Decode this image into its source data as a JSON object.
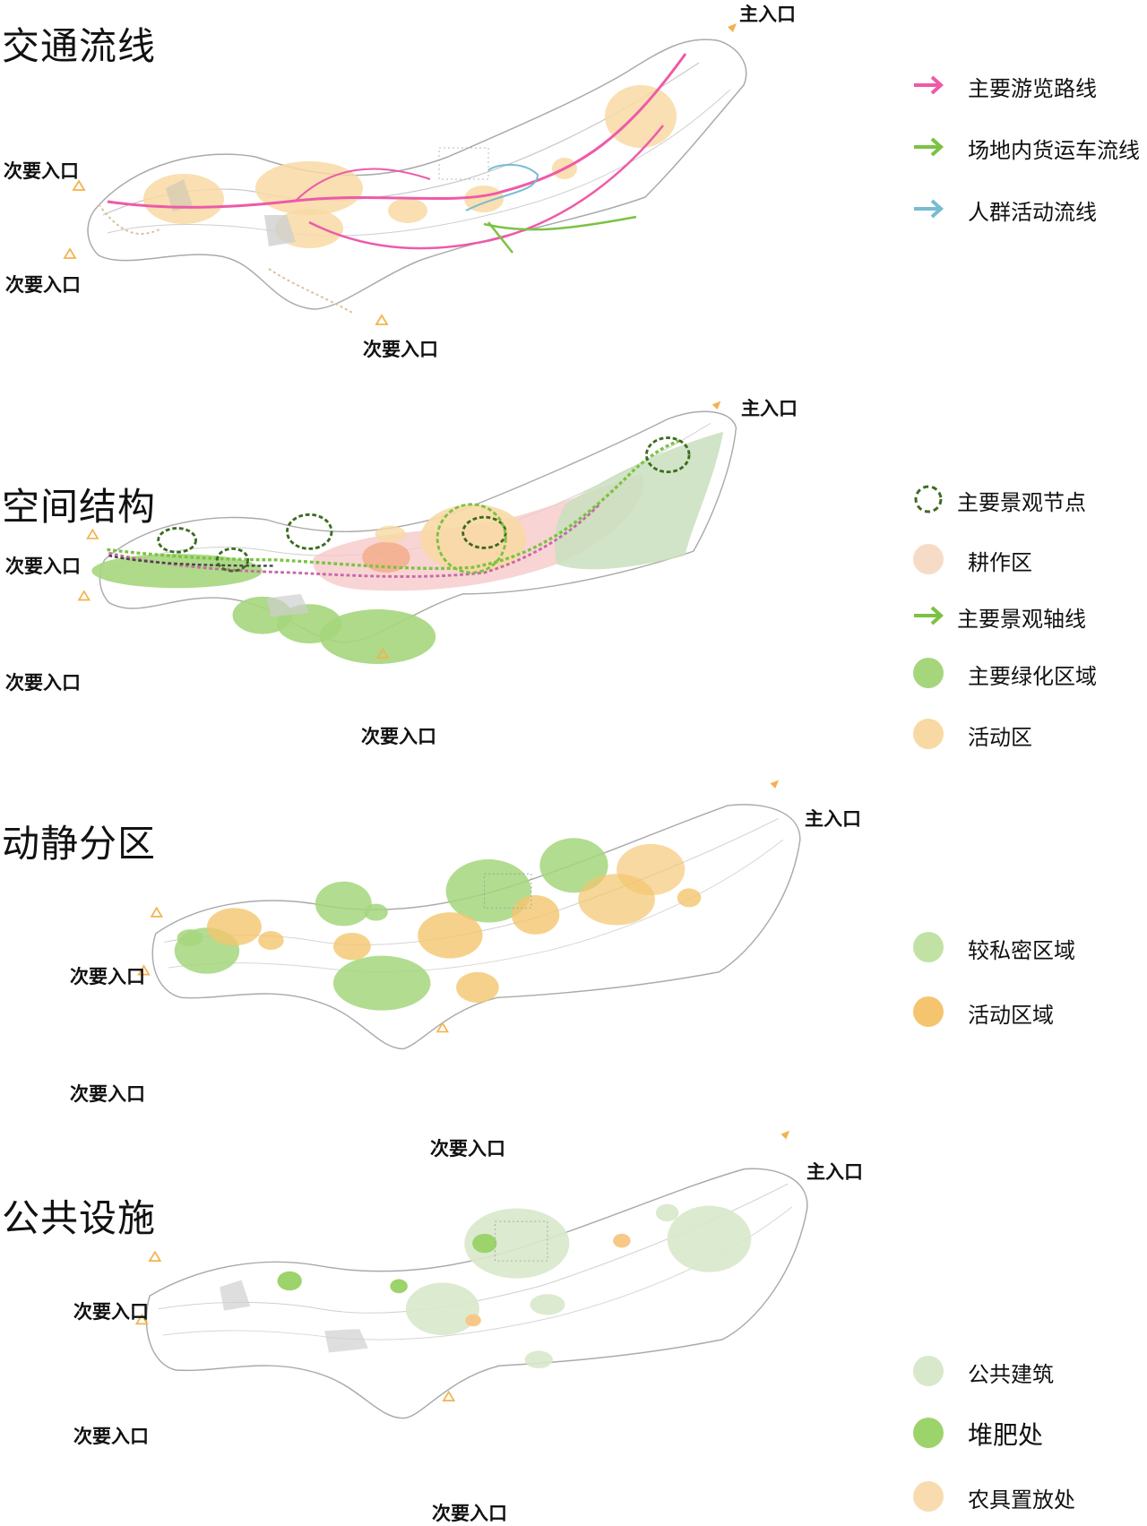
{
  "gates": {
    "main": "主入口",
    "secondary": "次要入口"
  },
  "panels": [
    {
      "title": "交通流线",
      "legend": [
        {
          "label": "主要游览路线",
          "icon": "pink-arrow-icon",
          "color": "#ee5aa8"
        },
        {
          "label": "场地内货运车流线",
          "icon": "green-arrow-icon",
          "color": "#7cc242"
        },
        {
          "label": "人群活动流线",
          "icon": "blue-arrow-icon",
          "color": "#78bcd2"
        }
      ]
    },
    {
      "title": "空间结构",
      "legend": [
        {
          "label": "主要景观节点",
          "icon": "dashed-circle-icon",
          "color": "#3e6b1f"
        },
        {
          "label": "耕作区",
          "icon": "salmon-dot-icon",
          "color": "#f6dcc6"
        },
        {
          "label": "主要景观轴线",
          "icon": "green-arrow-icon",
          "color": "#7cc242"
        },
        {
          "label": "主要绿化区域",
          "icon": "green-dot-icon",
          "color": "#a5d67c"
        },
        {
          "label": "活动区",
          "icon": "orange-dot-icon",
          "color": "#f8d9a4"
        }
      ]
    },
    {
      "title": "动静分区",
      "legend": [
        {
          "label": "较私密区域",
          "icon": "lightgreen-dot-icon",
          "color": "#c1e2a4"
        },
        {
          "label": "活动区域",
          "icon": "orange-dot-icon",
          "color": "#f4c56e"
        }
      ]
    },
    {
      "title": "公共设施",
      "legend": [
        {
          "label": "公共建筑",
          "icon": "palegreen-dot-icon",
          "color": "#d8e8cb"
        },
        {
          "label": "堆肥处",
          "icon": "green-dot-icon",
          "color": "#9cd46b"
        },
        {
          "label": "农具置放处",
          "icon": "orange-dot-icon",
          "color": "#f8dcb0"
        }
      ]
    }
  ]
}
